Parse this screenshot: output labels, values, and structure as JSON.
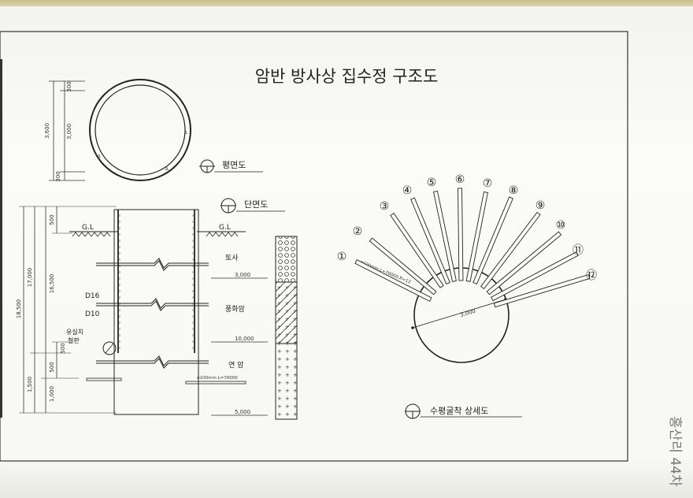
{
  "title": "암반 방사상 집수정 구조도",
  "plan": {
    "label": "평면도",
    "dim_top": "300",
    "dim_inner": "3,000",
    "dim_total": "3,600",
    "dim_bottom": "300"
  },
  "section": {
    "label": "단면도",
    "gl_left": "G.L",
    "gl_right": "G.L",
    "dim_top": "500",
    "dim_17000": "17,000",
    "dim_16500": "16,500",
    "dim_18500": "18,500",
    "dim_500a": "500",
    "dim_500b": "500",
    "dim_1500": "1,500",
    "dim_1000": "1,000",
    "rebar1": "D16",
    "rebar2": "D10",
    "valve_line1": "유실치",
    "valve_line2": "철판",
    "layer1": "토사",
    "depth1": "3,000",
    "layer2": "풍화암",
    "depth2": "10,000",
    "layer3": "연 암",
    "depth3": "5,000",
    "pipe_note": "ϕ100mm L=70000"
  },
  "radial": {
    "label": "수평굴착 상세도",
    "diameter": "3,000",
    "pipe_note": "ϕ100mm L=70000,R=12",
    "numbers": [
      "①",
      "②",
      "③",
      "④",
      "⑤",
      "⑥",
      "⑦",
      "⑧",
      "⑨",
      "⑩",
      "⑪",
      "⑫"
    ]
  },
  "handwriting": "홍산리 44차"
}
